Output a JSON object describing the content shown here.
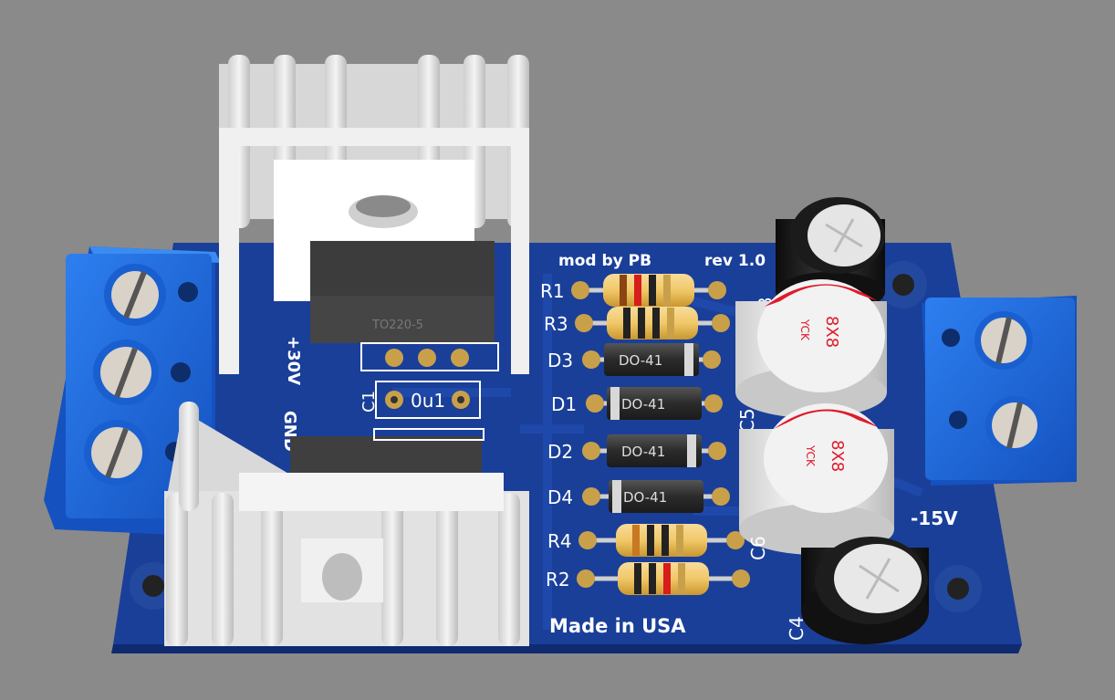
{
  "colors": {
    "background": "#8a8a8a",
    "pcb": "#1a3f99",
    "pcb_dark": "#112c70",
    "silk": "#ffffff",
    "pad": "#c9a04a",
    "terminal_blue": "#1f6fe0",
    "heatsink": "#e9e9e9",
    "regulator": "#444444",
    "cap_red": "#e01a2a",
    "cap_black": "#1b1b1b"
  },
  "board": {
    "credit": "mod by PB",
    "revision": "rev 1.0",
    "origin": "Made in USA",
    "input_label": "+30V",
    "gnd_label": "GND",
    "output_label": "-15V"
  },
  "components": {
    "resistors": [
      "R1",
      "R3",
      "R4",
      "R2"
    ],
    "diodes": [
      "D3",
      "D1",
      "D2",
      "D4"
    ],
    "diode_package": "DO-41",
    "c1": {
      "ref": "C1",
      "value": "0u1"
    },
    "caps": {
      "c3": "C3",
      "c5": "C5",
      "c6": "C6",
      "c4": "C4"
    },
    "electrolytic_marking": {
      "size": "8X8",
      "brand": "YCK"
    },
    "regulator_package": "TO220-5"
  }
}
